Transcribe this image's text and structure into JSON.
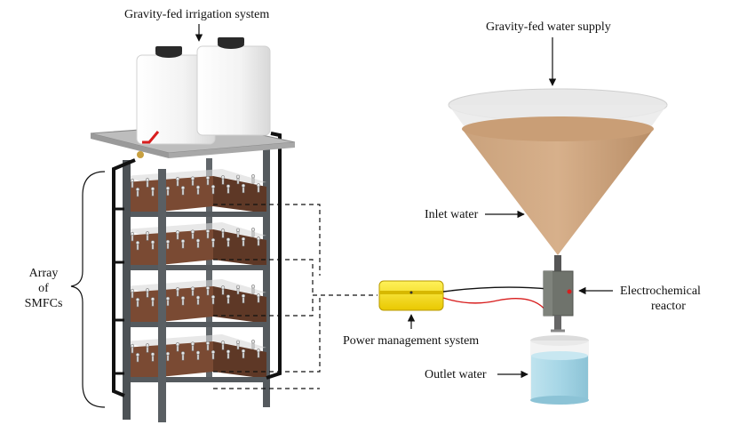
{
  "labels": {
    "irrigation": "Gravity-fed irrigation system",
    "array_line1": "Array",
    "array_line2": "of",
    "array_line3": "SMFCs",
    "power": "Power management system",
    "supply": "Gravity-fed water supply",
    "inlet": "Inlet water",
    "reactor_line1": "Electrochemical",
    "reactor_line2": "reactor",
    "outlet": "Outlet water"
  },
  "colors": {
    "soil": "#7a4a33",
    "soil_light": "#b98a5f",
    "frame": "#555a5e",
    "water_tank": "#f2f2f2",
    "lid": "#2a2a2a",
    "sediment": "#c9a07a",
    "cone_glass": "#d9d9d9",
    "reactor": "#6f736c",
    "outlet_water": "#a9d6e5",
    "power_box": "#f5d90a",
    "wire_red": "#d81e1e",
    "wire_black": "#111111"
  }
}
